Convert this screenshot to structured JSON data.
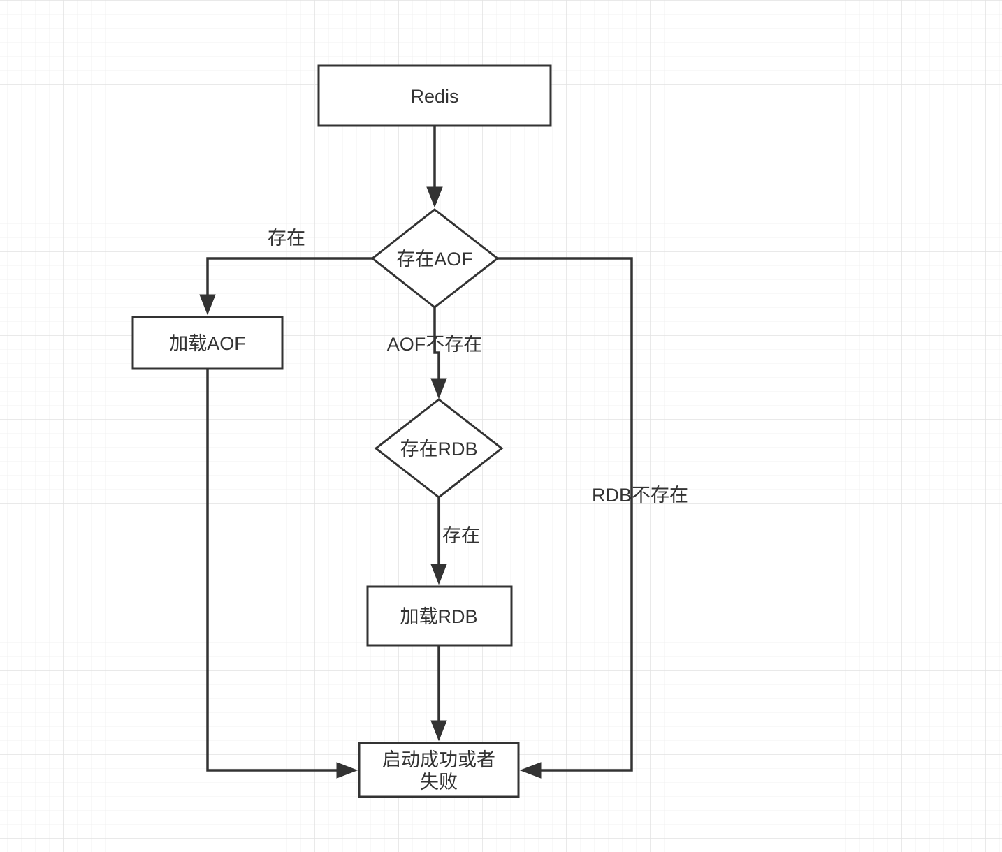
{
  "colors": {
    "background": "#ffffff",
    "grid_minor": "#f1f1f1",
    "grid_major": "#e2e2e2",
    "stroke": "#333333",
    "text": "#333333"
  },
  "nodes": {
    "redis": {
      "label": "Redis",
      "shape": "rectangle"
    },
    "aof_check": {
      "label": "存在AOF",
      "shape": "diamond"
    },
    "load_aof": {
      "label": "加载AOF",
      "shape": "rectangle"
    },
    "rdb_check": {
      "label": "存在RDB",
      "shape": "diamond"
    },
    "load_rdb": {
      "label": "加载RDB",
      "shape": "rectangle"
    },
    "result": {
      "label_line1": "启动成功或者",
      "label_line2": "失败",
      "shape": "rectangle"
    }
  },
  "edges": {
    "aof_exists": {
      "label": "存在"
    },
    "aof_missing": {
      "label": "AOF不存在"
    },
    "rdb_exists": {
      "label": "存在"
    },
    "rdb_missing": {
      "label": "RDB不存在"
    }
  }
}
